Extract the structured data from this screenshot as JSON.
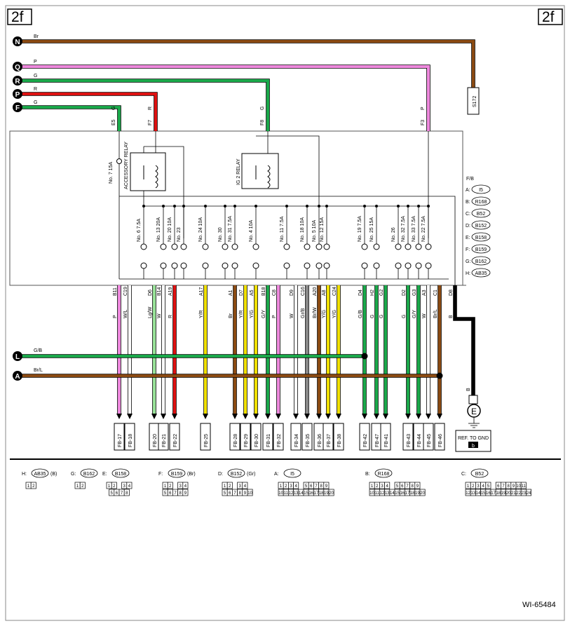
{
  "page": {
    "tag_left": "2f",
    "tag_right": "2f",
    "figure_id": "WI-65484"
  },
  "colors": {
    "Br": "#8a4a12",
    "P": "#ee88dd",
    "G": "#1aa84a",
    "R": "#dd1111",
    "Y": "#f0e000",
    "L": "#66aadd",
    "Lg": "#99e299",
    "W": "#ffffff",
    "B": "#000000",
    "GY": "#e0e000"
  },
  "inputs": [
    {
      "letter": "N",
      "color": "Br",
      "fuse_pin": "",
      "wire": "Br"
    },
    {
      "letter": "Q",
      "color": "P",
      "fuse_pin": "F3",
      "wire": "P"
    },
    {
      "letter": "R",
      "color": "G",
      "fuse_pin": "F8",
      "wire": "G"
    },
    {
      "letter": "P",
      "color": "R",
      "fuse_pin": "F7",
      "wire": "R"
    },
    {
      "letter": "F",
      "color": "G",
      "fuse_pin": "E5",
      "wire": "G"
    }
  ],
  "s172": "S172",
  "relays": {
    "accessory": "ACCESSORY RELAY",
    "ig2": "IG 2 RELAY",
    "fuse7": "No. 7  15A"
  },
  "fb_legend": {
    "title": "F/B",
    "items": [
      {
        "k": "A:",
        "v": "I5"
      },
      {
        "k": "B:",
        "v": "R168"
      },
      {
        "k": "C:",
        "v": "B52"
      },
      {
        "k": "D:",
        "v": "B152"
      },
      {
        "k": "E:",
        "v": "B158"
      },
      {
        "k": "F:",
        "v": "B159"
      },
      {
        "k": "G:",
        "v": "B162"
      },
      {
        "k": "H:",
        "v": "AB35"
      }
    ]
  },
  "fuses": [
    "No. 6  7.5A",
    "No. 13  20A",
    "No. 20  10A",
    "No. 23",
    "No. 24  10A",
    "No. 30",
    "No. 31  7.5A",
    "No. 4  10A",
    "No. 11  7.5A",
    "No. 18  10A",
    "No. 5  10A",
    "No. 12  15A",
    "No. 19  7.5A",
    "No. 25  15A",
    "No. 26",
    "No. 32  7.5A",
    "No. 33  7.5A",
    "No. 22  7.5A"
  ],
  "outputs": [
    {
      "pin": "B11",
      "wire": "P",
      "fb": "FB-17"
    },
    {
      "pin": "C19",
      "wire": "W/L",
      "fb": "FB-18"
    },
    {
      "pin": "D6",
      "wire": "Lg/W",
      "fb": "FB-20"
    },
    {
      "pin": "B14",
      "wire": "W",
      "fb": "FB-21"
    },
    {
      "pin": "A19",
      "wire": "R",
      "fb": "FB-22"
    },
    {
      "pin": "A17",
      "wire": "Y/R",
      "fb": "FB-25"
    },
    {
      "pin": "A1",
      "wire": "Br",
      "fb": "FB-28"
    },
    {
      "pin": "D7",
      "wire": "Y/R",
      "fb": "FB-29"
    },
    {
      "pin": "A5",
      "wire": "Y/G",
      "fb": "FB-30"
    },
    {
      "pin": "B18",
      "wire": "G/Y",
      "fb": "FB-31"
    },
    {
      "pin": "C8",
      "wire": "P",
      "fb": "FB-32"
    },
    {
      "pin": "D9",
      "wire": "W",
      "fb": "FB-34"
    },
    {
      "pin": "C16",
      "wire": "Gr/B",
      "fb": "FB-35"
    },
    {
      "pin": "A20",
      "wire": "Br/W",
      "fb": "FB-36"
    },
    {
      "pin": "A8",
      "wire": "Y/G",
      "fb": "FB-37"
    },
    {
      "pin": "C24",
      "wire": "Y/G",
      "fb": "FB-38"
    },
    {
      "pin": "D4",
      "wire": "G/B",
      "fb": "FB-42"
    },
    {
      "pin": "H2",
      "wire": "G",
      "fb": "FB-47"
    },
    {
      "pin": "G2",
      "wire": "G",
      "fb": "FB-41"
    },
    {
      "pin": "D2",
      "wire": "G",
      "fb": "FB-43"
    },
    {
      "pin": "G3",
      "wire": "G/Y",
      "fb": "FB-44"
    },
    {
      "pin": "A3",
      "wire": "W",
      "fb": "FB-45"
    },
    {
      "pin": "C1",
      "wire": "Br/L",
      "fb": "FB-46"
    },
    {
      "pin": "D8",
      "wire": "B",
      "fb": ""
    }
  ],
  "bus_L": {
    "letter": "L",
    "wire": "G/B"
  },
  "bus_A": {
    "letter": "A",
    "wire": "Br/L"
  },
  "ground": {
    "wire": "B",
    "label": "E",
    "ref": "REF. TO GND",
    "ref_tag": "b"
  },
  "connectors": [
    {
      "key": "H:",
      "id": "AB35",
      "suffix": "(B)",
      "rows": [
        [
          "1",
          "2"
        ]
      ]
    },
    {
      "key": "G:",
      "id": "B162",
      "suffix": "",
      "rows": [
        [
          "1",
          "2"
        ]
      ]
    },
    {
      "key": "E:",
      "id": "B158",
      "suffix": "",
      "rows": [
        [
          "1",
          "2",
          "",
          "3",
          "4"
        ],
        [
          "5",
          "6",
          "7",
          "8"
        ]
      ]
    },
    {
      "key": "F:",
      "id": "B159",
      "suffix": "(Br)",
      "rows": [
        [
          "1",
          "2",
          "",
          "3",
          "4"
        ],
        [
          "5",
          "6",
          "7",
          "8",
          "9"
        ]
      ]
    },
    {
      "key": "D:",
      "id": "B152",
      "suffix": "(Gr)",
      "rows": [
        [
          "1",
          "2",
          "",
          "3",
          "4"
        ],
        [
          "5",
          "6",
          "7",
          "8",
          "9",
          "10"
        ]
      ]
    },
    {
      "key": "A:",
      "id": "I5",
      "suffix": "",
      "rows": [
        [
          "1",
          "2",
          "3",
          "4",
          "",
          "5",
          "6",
          "7",
          "8",
          "9"
        ],
        [
          "10",
          "11",
          "12",
          "13",
          "14",
          "15",
          "16",
          "17",
          "18",
          "19",
          "20"
        ]
      ]
    },
    {
      "key": "B:",
      "id": "R168",
      "suffix": "",
      "rows": [
        [
          "1",
          "2",
          "3",
          "4",
          "",
          "5",
          "6",
          "7",
          "8",
          "9"
        ],
        [
          "10",
          "11",
          "12",
          "13",
          "14",
          "15",
          "16",
          "17",
          "18",
          "19",
          "20"
        ]
      ]
    },
    {
      "key": "C:",
      "id": "B52",
      "suffix": "",
      "rows": [
        [
          "1",
          "2",
          "3",
          "4",
          "5",
          "",
          "6",
          "7",
          "8",
          "9",
          "10",
          "11"
        ],
        [
          "12",
          "13",
          "14",
          "15",
          "16",
          "17",
          "18",
          "19",
          "20",
          "21",
          "22",
          "23",
          "24"
        ]
      ]
    }
  ]
}
